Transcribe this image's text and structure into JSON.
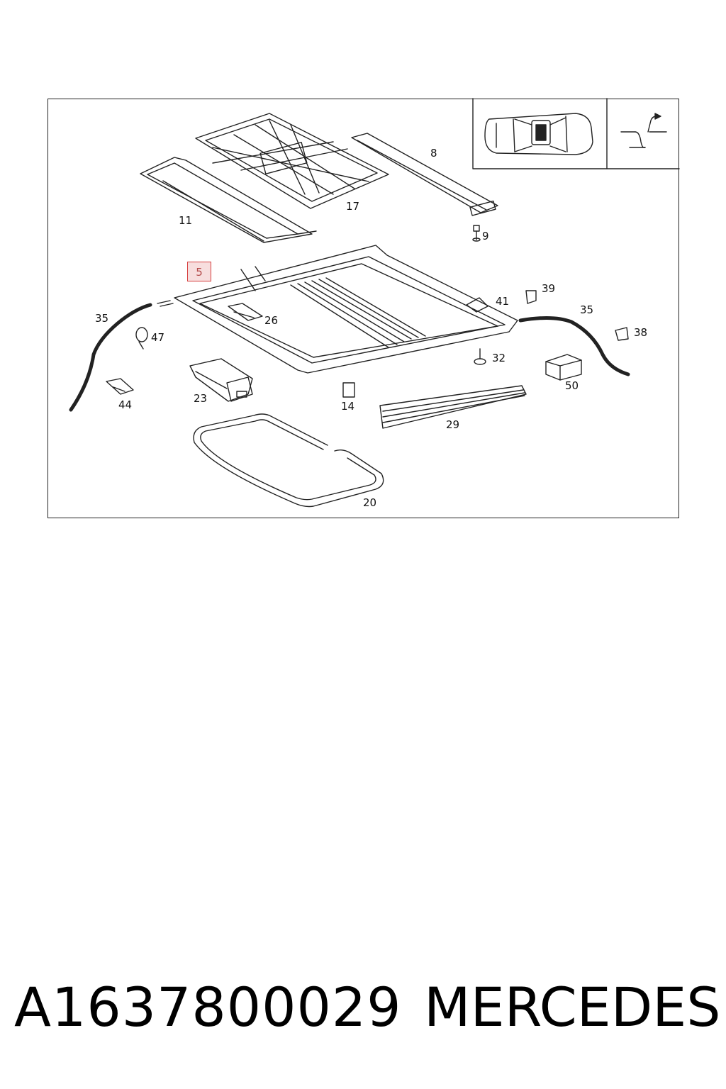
{
  "diagram": {
    "callouts": {
      "c5": "5",
      "c8": "8",
      "c9": "9",
      "c11": "11",
      "c14": "14",
      "c17": "17",
      "c20": "20",
      "c23": "23",
      "c26": "26",
      "c29": "29",
      "c32": "32",
      "c35a": "35",
      "c35b": "35",
      "c38": "38",
      "c39": "39",
      "c41": "41",
      "c44": "44",
      "c47": "47",
      "c50": "50"
    },
    "highlighted_callout": "5",
    "highlight_color": "#d64040"
  },
  "footer": {
    "part_number": "A1637800029",
    "brand": "MERCEDES"
  }
}
